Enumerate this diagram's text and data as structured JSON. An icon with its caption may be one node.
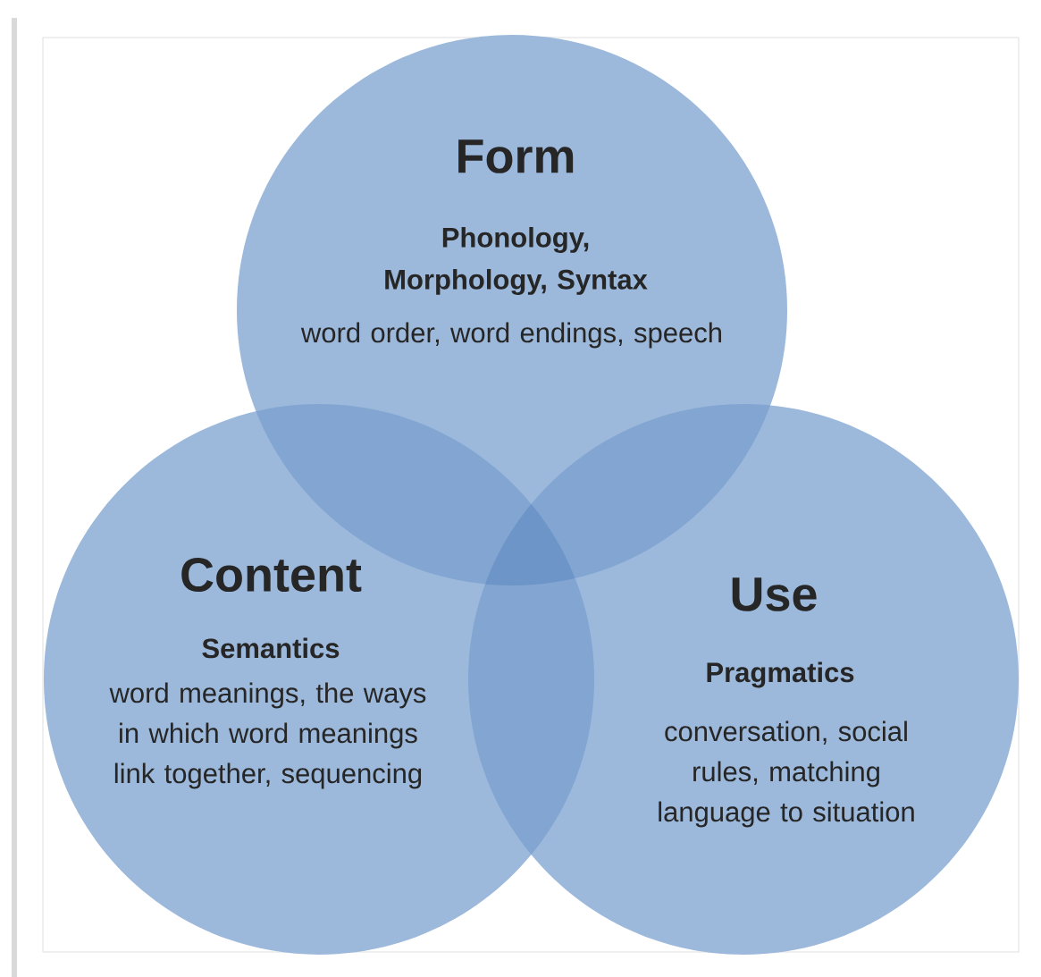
{
  "diagram": {
    "nodes": [
      {
        "text": [
          "Form",
          "Phonology, Morphology, Syntax",
          "word order, word endings, speech"
        ]
      },
      {
        "text": [
          "Content",
          "Semantics",
          "word meanings, the ways in which word meanings link together, sequencing"
        ]
      },
      {
        "text": [
          "Use",
          "Pragmatics",
          "conversation, social rules, matching language to situation"
        ]
      }
    ]
  }
}
